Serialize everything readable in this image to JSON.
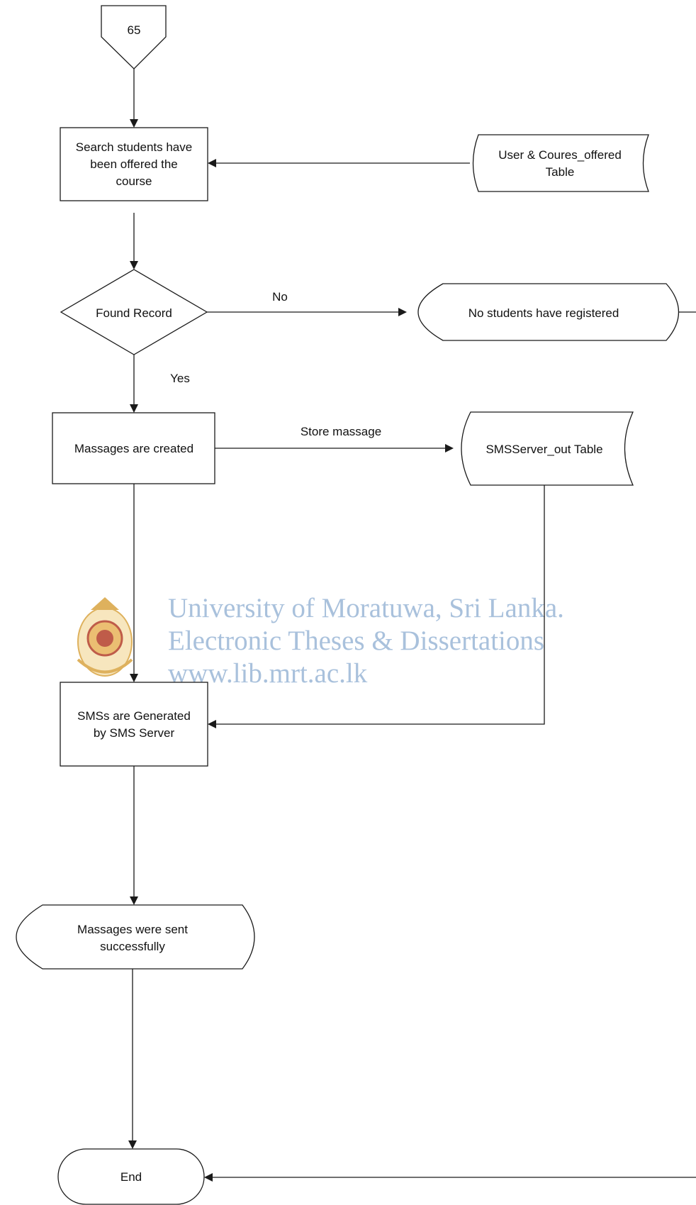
{
  "connector": {
    "page_ref": "65"
  },
  "nodes": {
    "search": {
      "line1": "Search students have",
      "line2": "been offered the",
      "line3": "course"
    },
    "user_table": {
      "line1": "User & Coures_offered",
      "line2": "Table"
    },
    "decision": {
      "label": "Found Record"
    },
    "no_students": {
      "label": "No students have registered"
    },
    "messages_created": {
      "label": "Massages are created"
    },
    "sms_table": {
      "label": "SMSServer_out Table"
    },
    "sms_generated": {
      "line1": "SMSs are Generated",
      "line2": "by SMS Server"
    },
    "sent": {
      "line1": "Massages were sent",
      "line2": "successfully"
    },
    "end": {
      "label": "End"
    }
  },
  "edges": {
    "no": "No",
    "yes": "Yes",
    "store": "Store massage"
  },
  "watermark": {
    "line1": "University of Moratuwa, Sri Lanka.",
    "line2": "Electronic Theses & Dissertations",
    "line3": "www.lib.mrt.ac.lk",
    "logo": "university-crest"
  },
  "colors": {
    "stroke": "#1a1a1a",
    "watermark_text": "#a9c1dc",
    "crest_gold": "#d9a441",
    "crest_red": "#b5402a"
  }
}
